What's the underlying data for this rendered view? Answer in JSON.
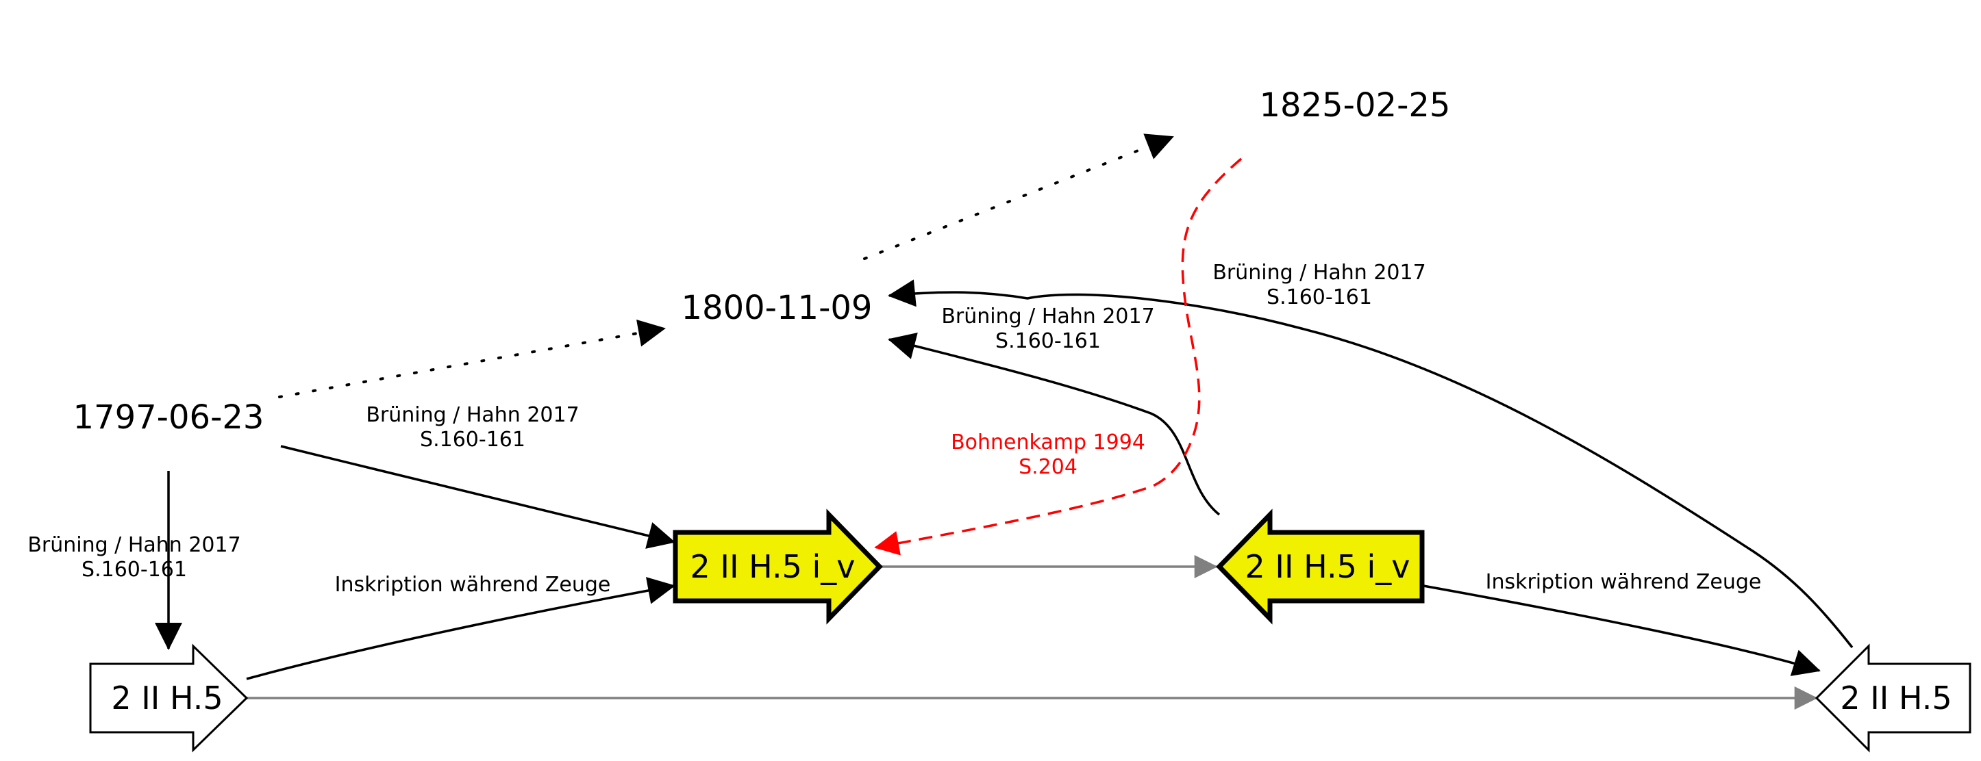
{
  "colors": {
    "highlight_fill": "#f0f000",
    "plain_fill": "#ffffff",
    "stroke": "#000000",
    "gray_edge": "#808080",
    "red_edge": "#ff0000"
  },
  "dates": {
    "d1797": "1797-06-23",
    "d1800": "1800-11-09",
    "d1825": "1825-02-25"
  },
  "nodes": {
    "left_plain": "2 II H.5",
    "right_plain": "2 II H.5",
    "left_iv": "2 II H.5 i_v",
    "right_iv": "2 II H.5 i_v"
  },
  "labels": {
    "bh_left_1": "Brüning / Hahn 2017",
    "bh_left_2": "S.160-161",
    "bh_mid_1": "Brüning / Hahn 2017",
    "bh_mid_2": "S.160-161",
    "bh_center_1": "Brüning / Hahn 2017",
    "bh_center_2": "S.160-161",
    "bh_right_1": "Brüning / Hahn 2017",
    "bh_right_2": "S.160-161",
    "bohnenkamp_1": "Bohnenkamp 1994",
    "bohnenkamp_2": "S.204",
    "inskription_left": "Inskription während Zeuge",
    "inskription_right": "Inskription während Zeuge"
  }
}
